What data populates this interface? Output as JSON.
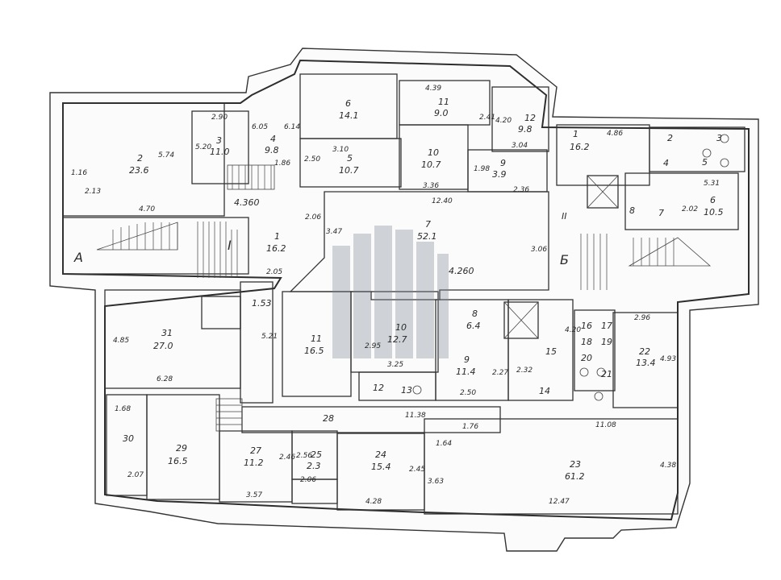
{
  "plan": {
    "sections": [
      "А",
      "Б",
      "I",
      "II"
    ],
    "elevation_marks": [
      "4.360",
      "4.260"
    ],
    "rooms": [
      {
        "id": "1",
        "area": "16.2",
        "key": "r1a"
      },
      {
        "id": "1",
        "area": "16.2",
        "key": "r1b"
      },
      {
        "id": "2",
        "area": "23.6",
        "key": "r2"
      },
      {
        "id": "3",
        "area": "11.0",
        "key": "r3"
      },
      {
        "id": "4",
        "area": "9.8",
        "key": "r4"
      },
      {
        "id": "5",
        "area": "10.7",
        "key": "r5"
      },
      {
        "id": "6",
        "area": "14.1",
        "key": "r6"
      },
      {
        "id": "7",
        "area": "52.1",
        "key": "r7"
      },
      {
        "id": "8",
        "area": "6.4",
        "key": "r8"
      },
      {
        "id": "9",
        "area": "3.9",
        "key": "r9a"
      },
      {
        "id": "9",
        "area": "11.4",
        "key": "r9b"
      },
      {
        "id": "10",
        "area": "10.7",
        "key": "r10a"
      },
      {
        "id": "10",
        "area": "12.7",
        "key": "r10b"
      },
      {
        "id": "11",
        "area": "9.0",
        "key": "r11a"
      },
      {
        "id": "11",
        "area": "16.5",
        "key": "r11b"
      },
      {
        "id": "12",
        "area": "9.8",
        "key": "r12"
      },
      {
        "id": "6",
        "area": "10.5",
        "key": "r6b"
      },
      {
        "id": "22",
        "area": "13.4",
        "key": "r22"
      },
      {
        "id": "23",
        "area": "61.2",
        "key": "r23"
      },
      {
        "id": "24",
        "area": "15.4",
        "key": "r24"
      },
      {
        "id": "25",
        "area": "2.3",
        "key": "r25"
      },
      {
        "id": "27",
        "area": "11.2",
        "key": "r27"
      },
      {
        "id": "29",
        "area": "16.5",
        "key": "r29"
      },
      {
        "id": "31",
        "area": "27.0",
        "key": "r31"
      }
    ],
    "numbers_only": [
      "2",
      "3",
      "4",
      "5",
      "7",
      "8",
      "12",
      "13",
      "14",
      "15",
      "16",
      "17",
      "18",
      "19",
      "20",
      "21",
      "28",
      "30",
      "1.53"
    ],
    "dimensions": [
      "2.90",
      "5.20",
      "3.10",
      "2.50",
      "4.39",
      "2.41",
      "4.20",
      "3.04",
      "1.98",
      "2.36",
      "3.36",
      "12.40",
      "3.06",
      "4.70",
      "2.13",
      "1.16",
      "5.74",
      "6.05",
      "6.14",
      "1.86",
      "2.06",
      "3.47",
      "2.05",
      "4.85",
      "6.28",
      "1.68",
      "2.07",
      "5.21",
      "3.25",
      "2.50",
      "2.27",
      "2.32",
      "2.96",
      "4.93",
      "4.20",
      "11.38",
      "11.08",
      "1.76",
      "1.64",
      "2.46",
      "2.56",
      "2.06",
      "3.57",
      "4.28",
      "2.45",
      "3.63",
      "12.47",
      "4.38",
      "5.31",
      "2.02",
      "4.86",
      "2.95"
    ]
  }
}
